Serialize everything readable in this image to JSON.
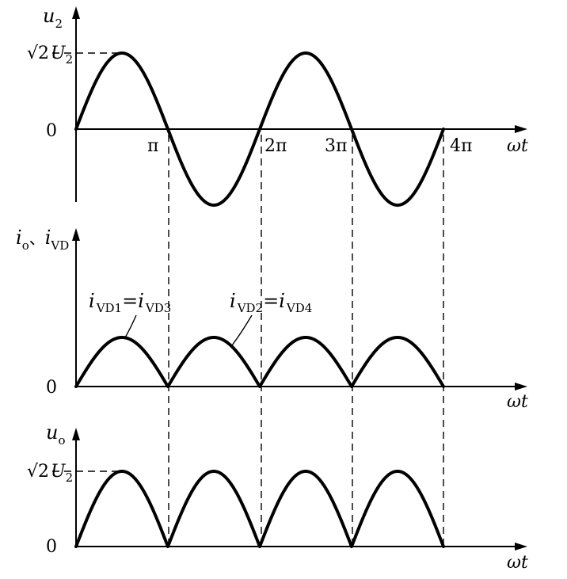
{
  "panels": {
    "u2": {
      "ylabel_sym": "u",
      "ylabel_sub": "2",
      "peak_sqrt": "√2",
      "peak_sym": "U",
      "peak_sub": "2",
      "zero": "0",
      "tick_pi": "π",
      "tick_2pi": "2π",
      "tick_3pi": "3π",
      "tick_4pi": "4π",
      "xlabel_w": "ω",
      "xlabel_t": "t"
    },
    "current": {
      "ylabel_i1": "i",
      "ylabel_o": "o",
      "ylabel_sep": "、",
      "ylabel_i2": "i",
      "ylabel_vd": "VD",
      "zero": "0",
      "ann1_a": "i",
      "ann1_a_sub": "VD1",
      "ann1_eq": "=",
      "ann1_b": "i",
      "ann1_b_sub": "VD3",
      "ann2_a": "i",
      "ann2_a_sub": "VD2",
      "ann2_eq": "=",
      "ann2_b": "i",
      "ann2_b_sub": "VD4",
      "xlabel_w": "ω",
      "xlabel_t": "t"
    },
    "uo": {
      "ylabel_sym": "u",
      "ylabel_sub": "o",
      "peak_sqrt": "√2",
      "peak_sym": "U",
      "peak_sub": "2",
      "zero": "0",
      "xlabel_w": "ω",
      "xlabel_t": "t"
    }
  }
}
